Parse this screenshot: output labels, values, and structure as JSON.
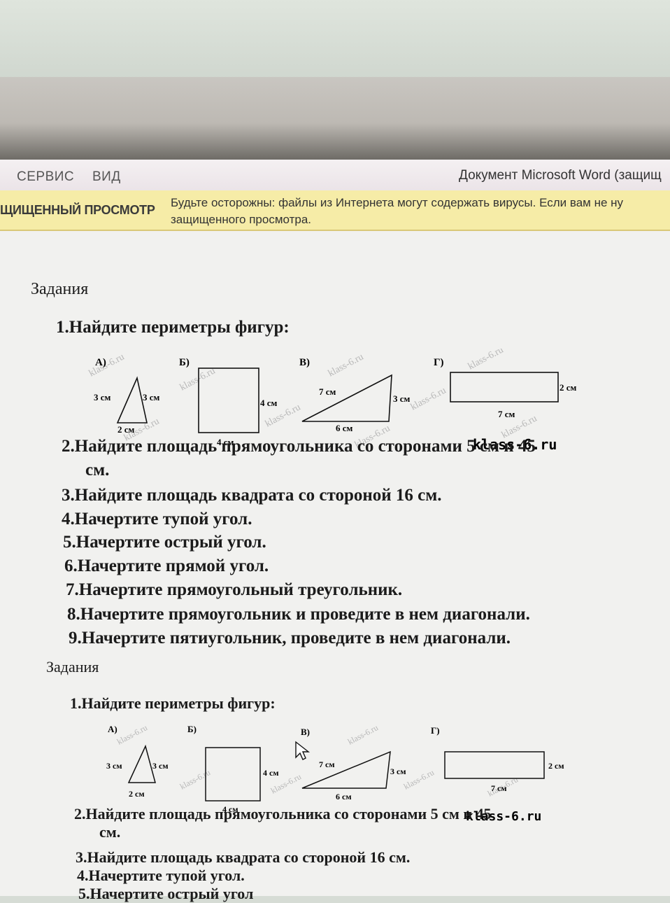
{
  "window": {
    "menu_service": "СЕРВИС",
    "menu_view": "ВИД",
    "title": "Документ Microsoft Word (защищ"
  },
  "protected_view": {
    "label": "ЩИЩЕННЫЙ ПРОСМОТР",
    "message_line1": "Будьте осторожны: файлы из Интернета могут содержать вирусы. Если вам не ну",
    "message_line2": "защищенного просмотра."
  },
  "document": {
    "heading": "Задания",
    "task1": "1.Найдите периметры фигур:",
    "figures": {
      "a_label": "А)",
      "a_left": "3 см",
      "a_right": "3 см",
      "a_base": "2 см",
      "b_label": "Б)",
      "b_right": "4 см",
      "b_bottom": "4 см",
      "c_label": "В)",
      "c_hyp": "7 см",
      "c_right": "3 см",
      "c_bottom": "6 см",
      "d_label": "Г)",
      "d_right": "2 см",
      "d_bottom": "7 см",
      "watermark": "klass-6.ru",
      "logo": "klass-6.ru"
    },
    "task2_line1": "2.Найдите площадь прямоугольника со сторонами 5  см и 45",
    "task2_line2": "см.",
    "task3": "3.Найдите площадь квадрата со стороной 16  см.",
    "task4": "4.Начертите тупой угол.",
    "task5": "5.Начертите острый угол.",
    "task6": "6.Начертите прямой угол.",
    "task7": "7.Начертите прямоугольный треугольник.",
    "task8": "8.Начертите прямоугольник и проведите в нем диагонали.",
    "task9": "9.Начертите пятиугольник, проведите в нем диагонали.",
    "task5_partial": "5.Начертите острый угол"
  }
}
